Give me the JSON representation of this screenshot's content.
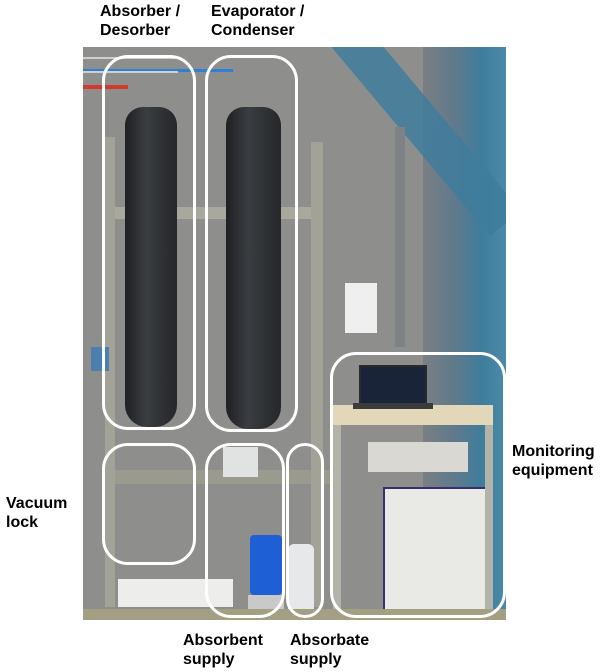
{
  "figure": {
    "type": "annotated-photograph",
    "subject": "absorption heat storage test rig"
  },
  "labels": {
    "absorber": "Absorber /\nDesorber",
    "evaporator": "Evaporator /\nCondenser",
    "vacuum_lock": "Vacuum\nlock",
    "monitoring": "Monitoring\nequipment",
    "absorbent_supply": "Absorbent\nsupply",
    "absorbate_supply": "Absorbate\nsupply"
  },
  "colors": {
    "highlight_box": "#ffffff",
    "label_text": "#000000",
    "wall": "#8e8e8c",
    "steel_beam": "#3f7d9c",
    "insulation": "#2b2d30",
    "frame": "#a9a89c",
    "canister_blue": "#1f5fd6"
  }
}
